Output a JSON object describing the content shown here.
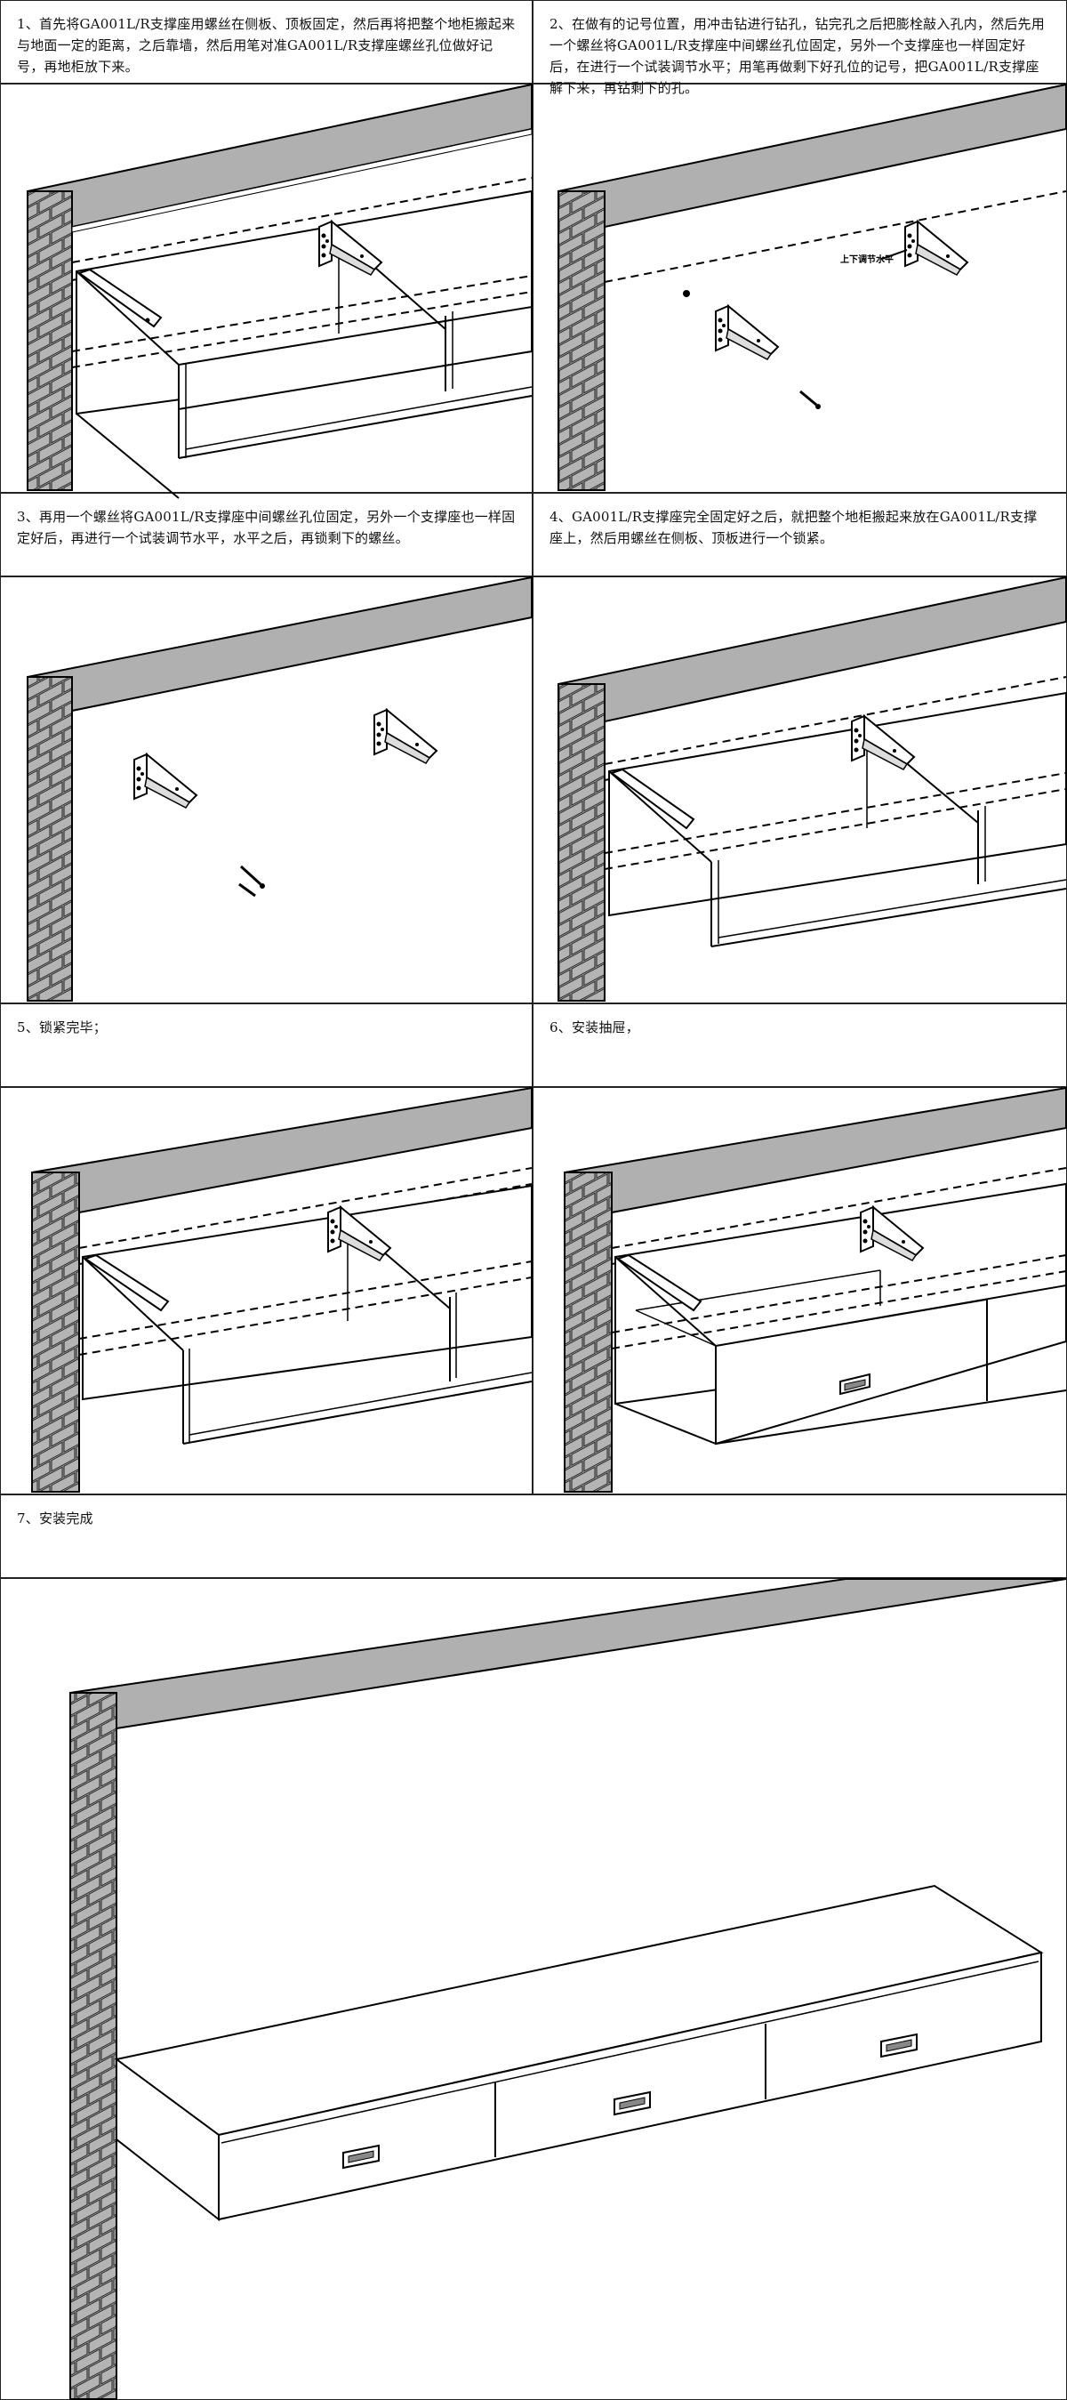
{
  "document": {
    "steps": [
      {
        "text": "1、首先将GA001L/R支撑座用螺丝在侧板、顶板固定，然后再将把整个地柜搬起来与地面一定的距离，之后靠墙，然后用笔对准GA001L/R支撑座螺丝孔位做好记号，再地柜放下来。"
      },
      {
        "text": "2、在做有的记号位置，用冲击钻进行钻孔，钻完孔之后把膨栓敲入孔内，然后先用一个螺丝将GA001L/R支撑座中间螺丝孔位固定，另外一个支撑座也一样固定好后，在进行一个试装调节水平；用笔再做剩下好孔位的记号，把GA001L/R支撑座解下来，再钻剩下的孔。",
        "callout": "上下调节水平"
      },
      {
        "text": "3、再用一个螺丝将GA001L/R支撑座中间螺丝孔位固定，另外一个支撑座也一样固定好后，再进行一个试装调节水平，水平之后，再锁剩下的螺丝。"
      },
      {
        "text": "4、GA001L/R支撑座完全固定好之后，就把整个地柜搬起来放在GA001L/R支撑座上，然后用螺丝在侧板、顶板进行一个锁紧。"
      },
      {
        "text": "5、锁紧完毕；"
      },
      {
        "text": "6、安装抽屉，"
      },
      {
        "text": "7、安装完成"
      }
    ]
  }
}
